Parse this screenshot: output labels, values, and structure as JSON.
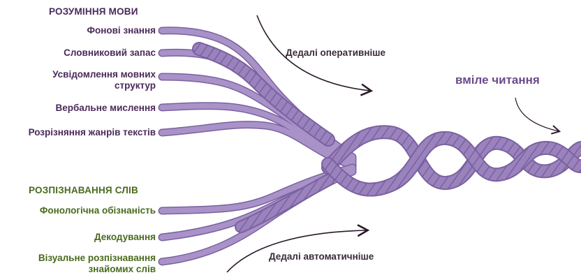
{
  "language": {
    "heading": "РОЗУМІННЯ МОВИ",
    "items": [
      "Фонові знання",
      "Словниковий запас",
      "Усвідомлення мовних структур",
      "Вербальне мислення",
      "Розрізняння жанрів текстів"
    ]
  },
  "words": {
    "heading": "РОЗПІЗНАВАННЯ СЛІВ",
    "items": [
      "Фонологічна обізнаність",
      "Декодування",
      "Візуальне розпізнавання знайомих слів"
    ]
  },
  "arrows": {
    "top": "Дедалі оперативніше",
    "bottom": "Дедалі автоматичніше"
  },
  "result": "вміле читання",
  "colors": {
    "strand": "#9a82bd",
    "strand_dark": "#7a61a0",
    "strand_light": "#c2b2db",
    "language_text": "#4a2a5a",
    "words_text": "#4a6a1e",
    "arrow": "#2a1a2a"
  }
}
